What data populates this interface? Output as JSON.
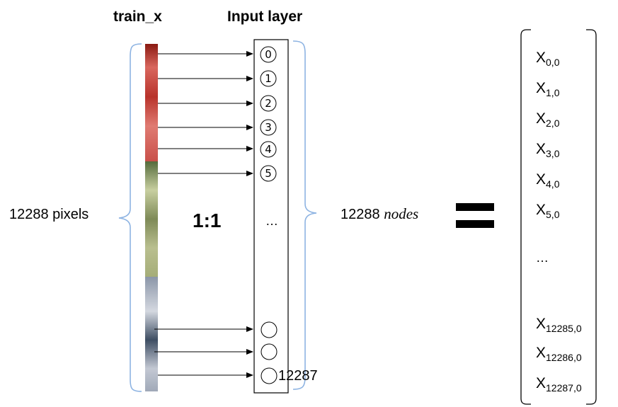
{
  "headers": {
    "train_x": "train_x",
    "input_layer": "Input layer"
  },
  "labels": {
    "pixels": "12288  pixels",
    "ratio": "1:1",
    "nodes_count": "12288",
    "nodes_word": "nodes",
    "ellipsis": "…",
    "last_node_index": "12287"
  },
  "nodes": [
    "0",
    "1",
    "2",
    "3",
    "4",
    "5",
    "",
    "",
    ""
  ],
  "vector": {
    "top_items": [
      {
        "base": "X",
        "sub": "0,0"
      },
      {
        "base": "X",
        "sub": "1,0"
      },
      {
        "base": "X",
        "sub": "2,0"
      },
      {
        "base": "X",
        "sub": "3,0"
      },
      {
        "base": "X",
        "sub": "4,0"
      },
      {
        "base": "X",
        "sub": "5,0"
      }
    ],
    "ellipsis": "…",
    "bottom_items": [
      {
        "base": "X",
        "sub": "12285,0"
      },
      {
        "base": "X",
        "sub": "12286,0"
      },
      {
        "base": "X",
        "sub": "12287,0"
      }
    ]
  },
  "colors": {
    "brace": "#8db3e2",
    "red_strip": [
      "#8a1a12",
      "#c9504a",
      "#e07b72",
      "#b8332b",
      "#d9675e"
    ],
    "green_strip": [
      "#556b3c",
      "#b9bf8f",
      "#a5ad78",
      "#c8cfa0",
      "#7e8a57"
    ],
    "blue_strip": [
      "#8b96a8",
      "#c3c8d3",
      "#3e4e63",
      "#a0a9b8",
      "#d4d8e0"
    ]
  }
}
